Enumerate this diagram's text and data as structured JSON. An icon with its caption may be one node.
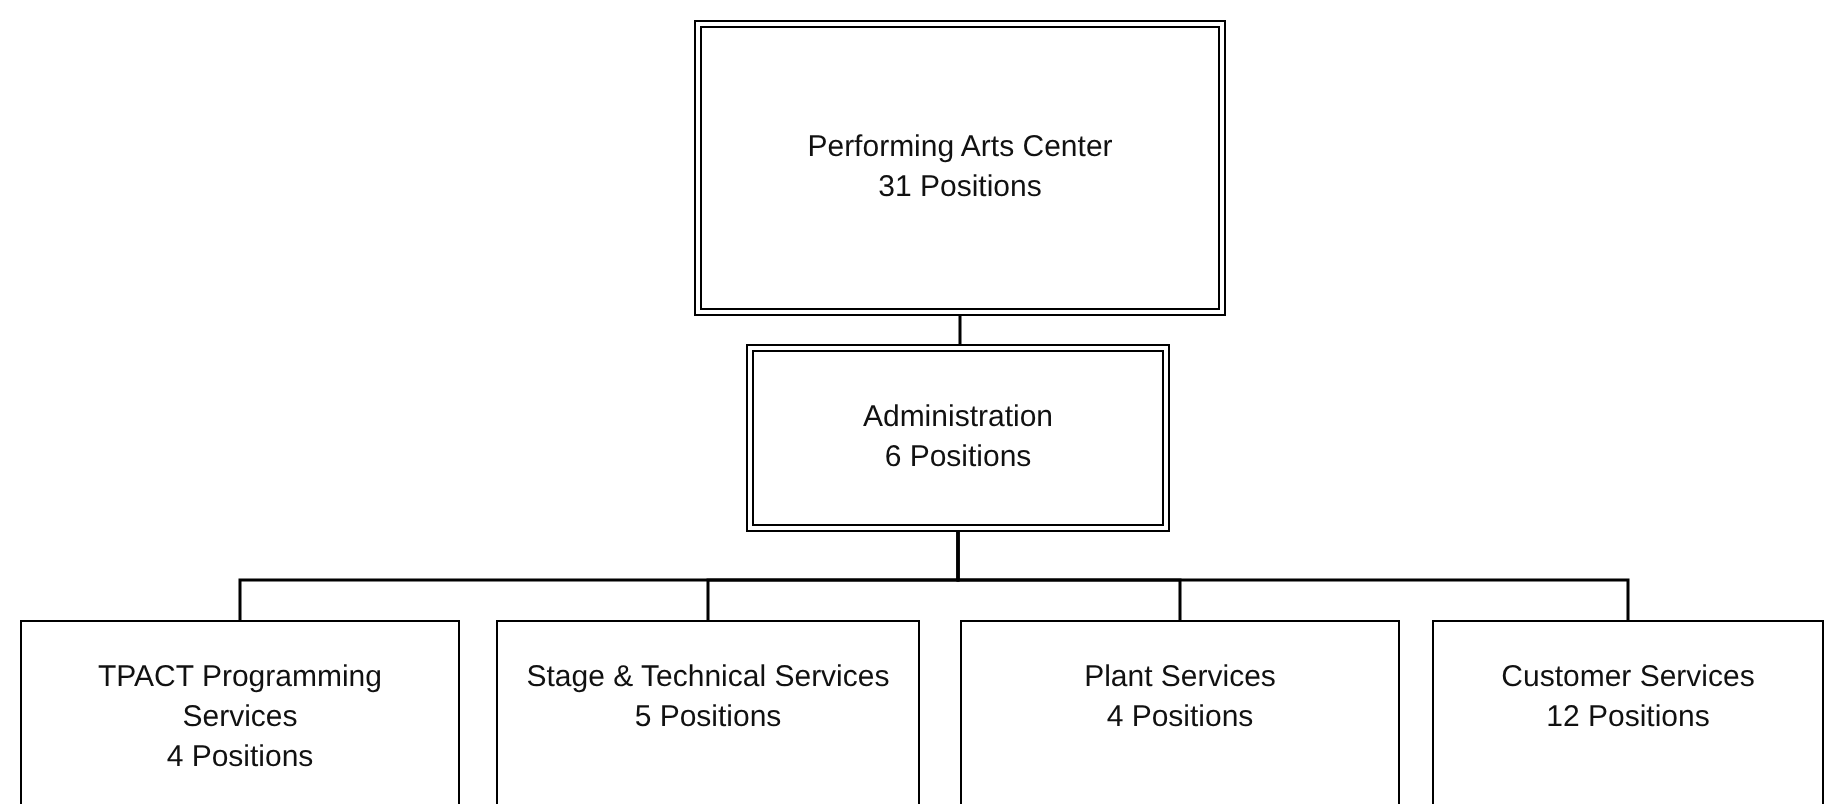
{
  "diagram": {
    "nodes": [
      {
        "text": [
          "Performing Arts Center",
          "31 Positions"
        ]
      },
      {
        "text": [
          "Administration",
          "6 Positions"
        ]
      },
      {
        "text": [
          "TPACT Programming Services",
          "4 Positions"
        ]
      },
      {
        "text": [
          "Stage & Technical Services",
          "5 Positions"
        ]
      },
      {
        "text": [
          "Plant Services",
          "4 Positions"
        ]
      },
      {
        "text": [
          "Customer Services",
          "12 Positions"
        ]
      }
    ],
    "edges": [
      {
        "from": 0,
        "to": 1,
        "arrow": "none"
      },
      {
        "from": 1,
        "to": 2,
        "arrow": "none"
      },
      {
        "from": 1,
        "to": 3,
        "arrow": "none"
      },
      {
        "from": 1,
        "to": 4,
        "arrow": "none"
      },
      {
        "from": 1,
        "to": 5,
        "arrow": "none"
      }
    ]
  }
}
